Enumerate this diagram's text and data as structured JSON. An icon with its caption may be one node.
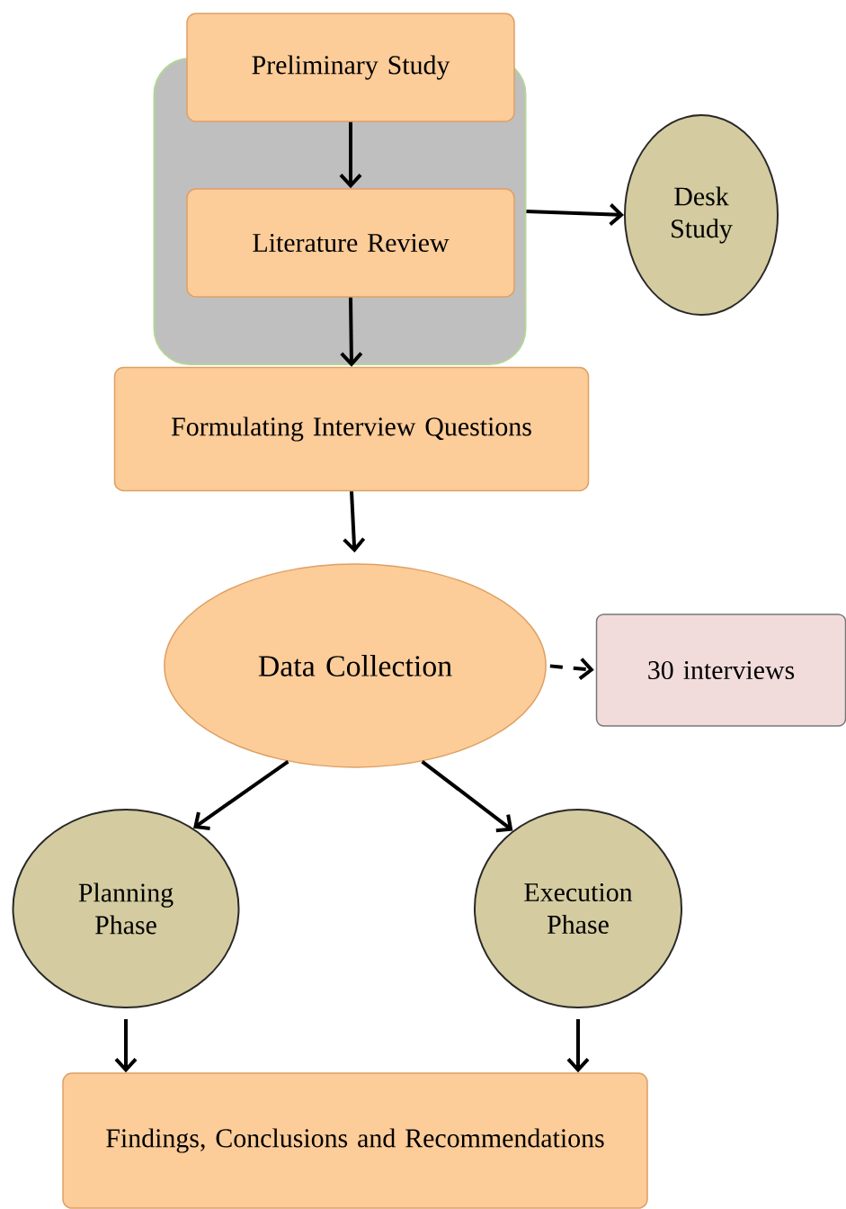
{
  "diagram": {
    "nodes": [
      {
        "text": [
          "Preliminary Study"
        ]
      },
      {
        "text": [],
        "shape": "box"
      },
      {
        "text": [
          "Literature Review"
        ],
        "in": 1
      },
      {
        "text": [
          "Desk Study"
        ]
      },
      {
        "text": [
          "Formulating Interview Questions"
        ]
      },
      {
        "text": [
          "Data Collection"
        ]
      },
      {
        "text": [
          "30 interviews"
        ]
      },
      {
        "text": [
          "Planning Phase"
        ]
      },
      {
        "text": [
          "Execution Phase"
        ]
      },
      {
        "text": [
          "Findings, Conclusions and Recommendations"
        ]
      }
    ],
    "edges": [
      {
        "from": 0,
        "to": 2,
        "arrow": "to"
      },
      {
        "from": 1,
        "to": 3,
        "arrow": "to"
      },
      {
        "from": 2,
        "to": 4,
        "arrow": "to"
      },
      {
        "from": 4,
        "to": 5,
        "arrow": "to"
      },
      {
        "from": 5,
        "to": 6,
        "arrow": "to",
        "style": "dashed"
      },
      {
        "from": 5,
        "to": 7,
        "arrow": "to"
      },
      {
        "from": 5,
        "to": 8,
        "arrow": "to"
      },
      {
        "from": 7,
        "to": 9,
        "arrow": "to"
      },
      {
        "from": 8,
        "to": 9,
        "arrow": "to"
      }
    ]
  }
}
